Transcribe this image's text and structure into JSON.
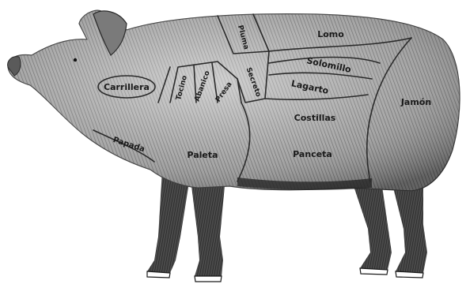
{
  "diagram": {
    "background_color": "#ffffff",
    "ink_color": "#1a1a1a",
    "body_fill_color": "#8a8a8a",
    "cuts": {
      "carrillera": "Carrillera",
      "papada": "Papada",
      "paleta": "Paleta",
      "tocino": "Tocino",
      "abanico": "Abanico",
      "presa": "Presa",
      "pluma": "Pluma",
      "secreto": "Secreto",
      "lomo": "Lomo",
      "solomillo": "Solomillo",
      "lagarto": "Lagarto",
      "costillas": "Costillas",
      "panceta": "Panceta",
      "jamon": "Jamón"
    }
  }
}
